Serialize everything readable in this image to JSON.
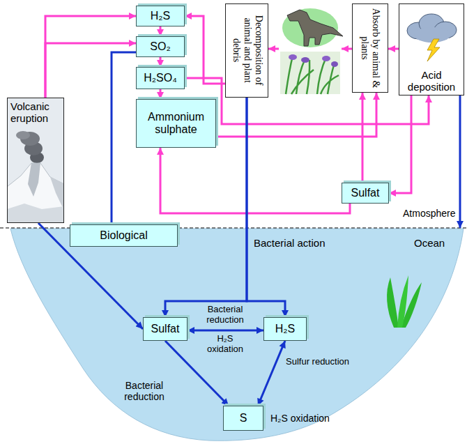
{
  "diagram": {
    "nodes": [
      {
        "text": [
          "Volcanic eruption"
        ]
      },
      {
        "text": [
          "H₂S"
        ]
      },
      {
        "text": [
          "SO₂"
        ]
      },
      {
        "text": [
          "H₂SO₄"
        ]
      },
      {
        "text": [
          "Ammonium sulphate"
        ]
      },
      {
        "text": [
          "Decomposition of animal and plant debris"
        ]
      },
      {
        "text": [
          "Absorb by animal & plants"
        ]
      },
      {
        "text": [
          "Acid deposition"
        ]
      },
      {
        "text": [
          "Sulfat"
        ]
      },
      {
        "text": [
          "Biological"
        ]
      },
      {
        "text": [
          "Sulfat"
        ]
      },
      {
        "text": [
          "H₂S"
        ]
      },
      {
        "text": [
          "S"
        ]
      }
    ],
    "edges": [
      {
        "from": 0,
        "to": 1,
        "arrow": "to"
      },
      {
        "from": 0,
        "to": 2,
        "arrow": "to"
      },
      {
        "from": 1,
        "to": 2,
        "arrow": "to"
      },
      {
        "from": 2,
        "to": 3,
        "arrow": "to"
      },
      {
        "from": 3,
        "to": 4,
        "arrow": "to"
      },
      {
        "from": 5,
        "to": 1,
        "arrow": "to"
      },
      {
        "from": 7,
        "to": 6,
        "arrow": "to"
      },
      {
        "from": 3,
        "to": 7,
        "arrow": "to"
      },
      {
        "from": 4,
        "to": 6,
        "arrow": "to"
      },
      {
        "from": 8,
        "to": 6,
        "arrow": "to"
      },
      {
        "from": 7,
        "to": 8,
        "arrow": "to"
      },
      {
        "from": 8,
        "to": 4,
        "arrow": "to"
      },
      {
        "from": 2,
        "to": 9,
        "arrow": "none"
      },
      {
        "from": 5,
        "to": 10,
        "arrow": "to"
      },
      {
        "from": 5,
        "to": 11,
        "arrow": "to"
      },
      {
        "from": 10,
        "to": 11,
        "label": "H₂S oxidation",
        "arrow": "both"
      },
      {
        "from": 10,
        "to": 12,
        "arrow": "to"
      },
      {
        "from": 11,
        "to": 12,
        "arrow": "both"
      },
      {
        "from": 0,
        "to": 10,
        "arrow": "to"
      }
    ],
    "labels": [
      "Atmosphere",
      "Ocean",
      "Bacterial action",
      "Bacterial reduction",
      "Sulfur reduction",
      "Bacterial reduction",
      "H₂S oxidation"
    ]
  }
}
